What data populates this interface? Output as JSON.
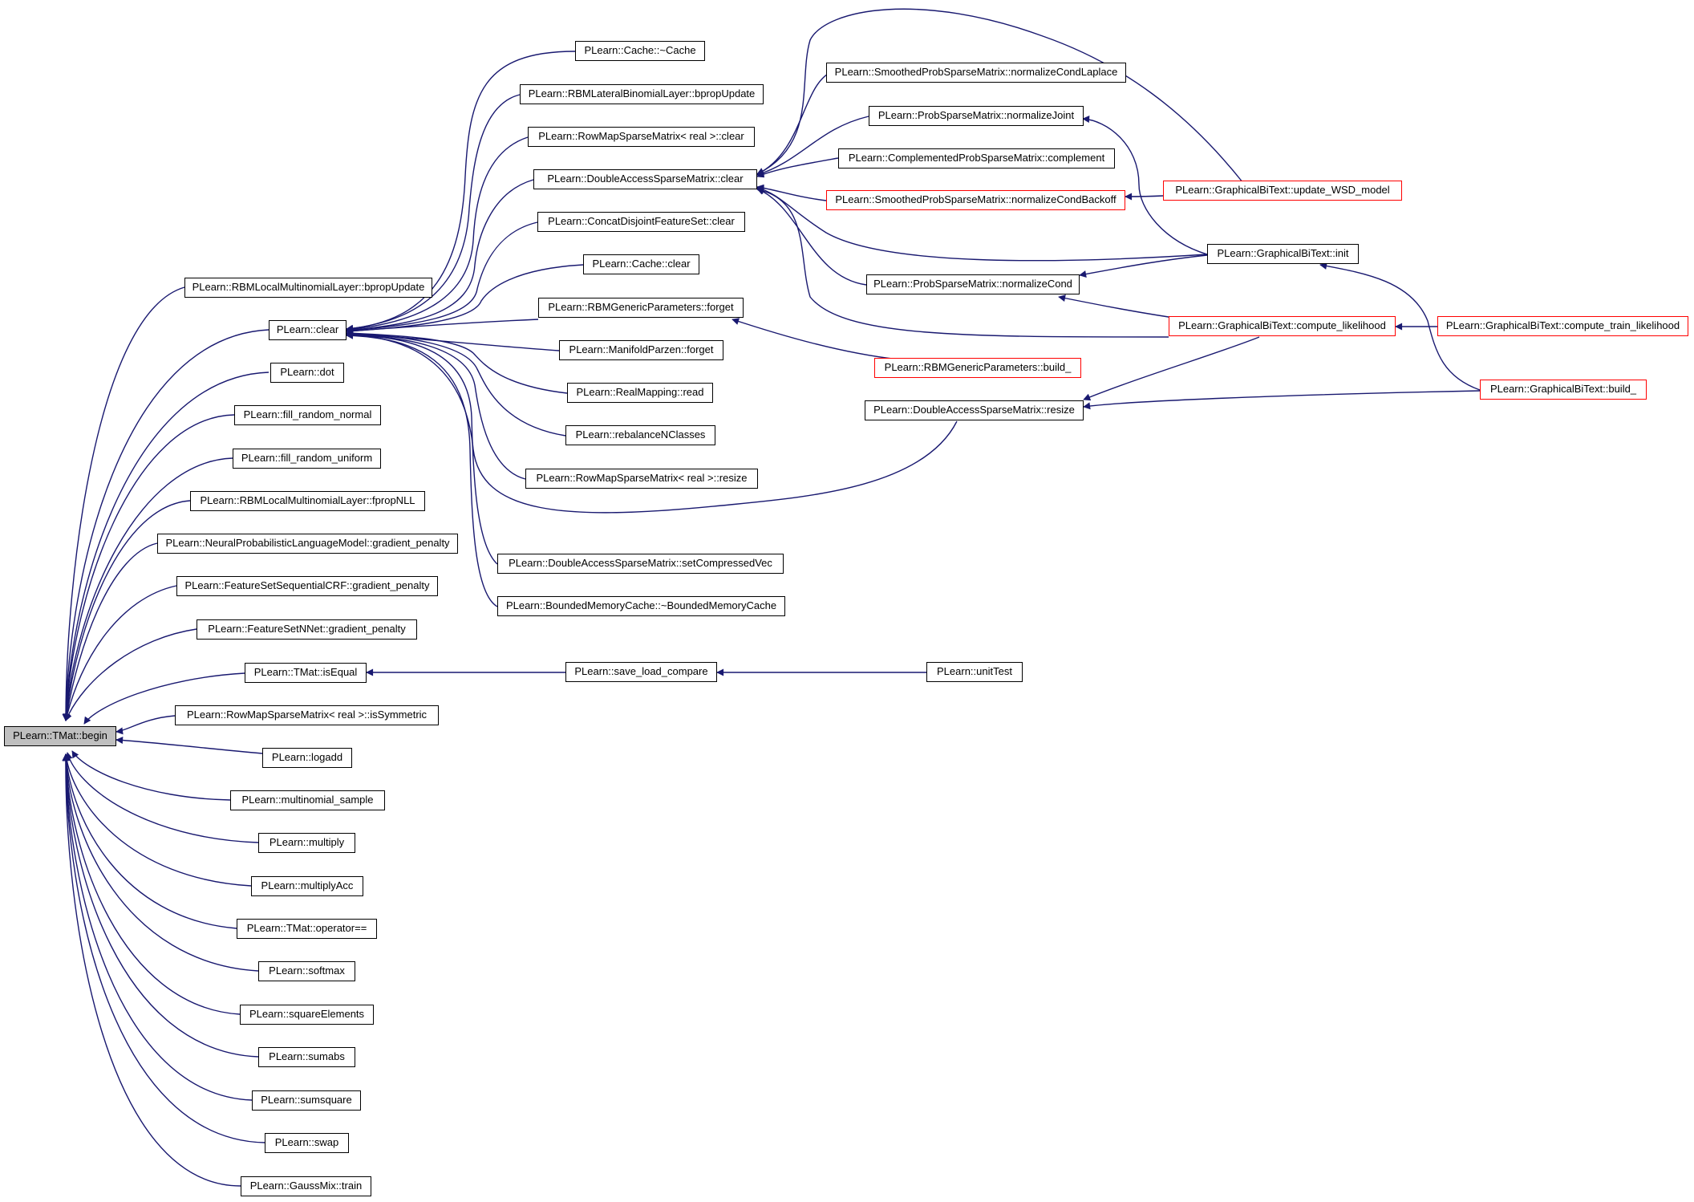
{
  "colors": {
    "edge": "#191970",
    "node_border": "#000000",
    "truncated_border": "#ff0000",
    "root_fill": "#bfbfbf"
  },
  "nodes": {
    "root": "PLearn::TMat::begin",
    "clear": "PLearn::clear",
    "dot": "PLearn::dot",
    "frn": "PLearn::fill_random_normal",
    "fru": "PLearn::fill_random_uniform",
    "rbmlml_bprop": "PLearn::RBMLocalMultinomialLayer::bpropUpdate",
    "rbmlml_fprop": "PLearn::RBMLocalMultinomialLayer::fpropNLL",
    "nplm_gp": "PLearn::NeuralProbabilisticLanguageModel::gradient_penalty",
    "fscrf_gp": "PLearn::FeatureSetSequentialCRF::gradient_penalty",
    "fsnnet_gp": "PLearn::FeatureSetNNet::gradient_penalty",
    "tmat_isequal": "PLearn::TMat::isEqual",
    "rmsm_issym": "PLearn::RowMapSparseMatrix< real >::isSymmetric",
    "logadd": "PLearn::logadd",
    "multinomial_sample": "PLearn::multinomial_sample",
    "multiply": "PLearn::multiply",
    "multiplyacc": "PLearn::multiplyAcc",
    "tmat_opeq": "PLearn::TMat::operator==",
    "softmax": "PLearn::softmax",
    "squareelements": "PLearn::squareElements",
    "sumabs": "PLearn::sumabs",
    "sumsquare": "PLearn::sumsquare",
    "swap": "PLearn::swap",
    "gaussmix_train": "PLearn::GaussMix::train",
    "cache_dtor": "PLearn::Cache::~Cache",
    "rbmlbl_bprop": "PLearn::RBMLateralBinomialLayer::bpropUpdate",
    "rmsm_clear": "PLearn::RowMapSparseMatrix< real >::clear",
    "dasm_clear": "PLearn::DoubleAccessSparseMatrix::clear",
    "cdfs_clear": "PLearn::ConcatDisjointFeatureSet::clear",
    "cache_clear": "PLearn::Cache::clear",
    "rbmgp_forget": "PLearn::RBMGenericParameters::forget",
    "mp_forget": "PLearn::ManifoldParzen::forget",
    "rm_read": "PLearn::RealMapping::read",
    "rebalance": "PLearn::rebalanceNClasses",
    "rmsm_resize": "PLearn::RowMapSparseMatrix< real >::resize",
    "dasm_setcv": "PLearn::DoubleAccessSparseMatrix::setCompressedVec",
    "bmc_dtor": "PLearn::BoundedMemoryCache::~BoundedMemoryCache",
    "save_load_compare": "PLearn::save_load_compare",
    "unittest": "PLearn::unitTest",
    "spsm_ncl": "PLearn::SmoothedProbSparseMatrix::normalizeCondLaplace",
    "psm_nj": "PLearn::ProbSparseMatrix::normalizeJoint",
    "cpsm_complement": "PLearn::ComplementedProbSparseMatrix::complement",
    "spsm_ncb": "PLearn::SmoothedProbSparseMatrix::normalizeCondBackoff",
    "psm_nc": "PLearn::ProbSparseMatrix::normalizeCond",
    "rbmgp_build": "PLearn::RBMGenericParameters::build_",
    "dasm_resize": "PLearn::DoubleAccessSparseMatrix::resize",
    "gbt_update_wsd": "PLearn::GraphicalBiText::update_WSD_model",
    "gbt_init": "PLearn::GraphicalBiText::init",
    "gbt_compute_lik": "PLearn::GraphicalBiText::compute_likelihood",
    "gbt_compute_train_lik": "PLearn::GraphicalBiText::compute_train_likelihood",
    "gbt_build": "PLearn::GraphicalBiText::build_"
  }
}
